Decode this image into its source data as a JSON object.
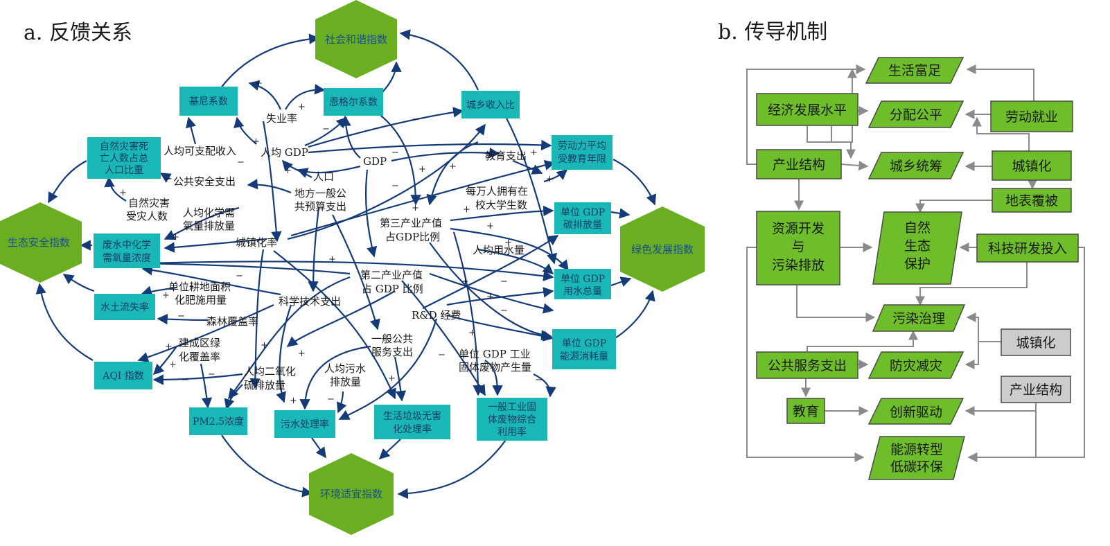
{
  "panel_a": {
    "title": "a. 反馈关系",
    "hexagons": {
      "social": "社会和谐指数",
      "ecology": "生态安全指数",
      "green": "绿色发展指数",
      "environment": "环境适宜指数"
    },
    "boxes": {
      "gini": "基尼系数",
      "engel": "恩格尔系数",
      "urban_rural_income": "城乡收入比",
      "disaster_death": [
        "自然灾害死",
        "亡人数占总",
        "人口比重"
      ],
      "labor_edu": [
        "劳动力平均",
        "受教育年限"
      ],
      "carbon": [
        "单位 GDP",
        "碳排放量"
      ],
      "cod": [
        "废水中化学",
        "需氧量浓度"
      ],
      "water_use": [
        "单位 GDP",
        "用水总量"
      ],
      "soil_loss": "水土流失率",
      "energy": [
        "单位 GDP",
        "能源消耗量"
      ],
      "aqi": "AQI 指数",
      "pm25": "PM2.5浓度",
      "sewage": "污水处理率",
      "garbage": [
        "生活垃圾无害",
        "化处理率"
      ],
      "solid_waste": [
        "一般工业固",
        "体废物综合",
        "利用率"
      ]
    },
    "variables": {
      "unemployment": "失业率",
      "gdp_pc": "人均 GDP",
      "disposable_income": "人均可支配收入",
      "gdp": "GDP",
      "edu_spend": "教育支出",
      "population": "人口",
      "public_safety": "公共安全支出",
      "local_budget": [
        "地方一般公",
        "共预算支出"
      ],
      "students": [
        "每万人拥有在",
        "校大学生数"
      ],
      "natural_disaster": [
        "自然灾害",
        "受灾人数"
      ],
      "cod_pc": [
        "人均化学需",
        "氧量排放量"
      ],
      "tertiary": [
        "第三产业产值",
        "占GDP比例"
      ],
      "urbanization": "城镇化率",
      "water_pc": "人均用水量",
      "secondary": [
        "第二产业产值",
        "占 GDP 比例"
      ],
      "fertilizer": [
        "单位耕地面积",
        "化肥施用量"
      ],
      "tech_spend": "科学技术支出",
      "rd": "R&D 经费",
      "forest": "森林覆盖率",
      "green_cover": [
        "建成区绿",
        "化覆盖率"
      ],
      "public_service": [
        "一般公共",
        "服务支出"
      ],
      "so2_pc": [
        "人均二氧化",
        "硫排放量"
      ],
      "sewage_pc": [
        "人均污水",
        "排放量"
      ],
      "solid_waste_gen": [
        "单位 GDP 工业",
        "固体废物产生量"
      ]
    }
  },
  "panel_b": {
    "title": "b. 传导机制",
    "boxes": {
      "living": "生活富足",
      "economy": "经济发展水平",
      "distribution": "分配公平",
      "labor": "劳动就业",
      "industry": "产业结构",
      "urban_rural": "城乡统筹",
      "urbanization": "城镇化",
      "land_cover": "地表覆被",
      "resource": [
        "资源开发",
        "与",
        "污染排放"
      ],
      "nature": [
        "自然",
        "生态",
        "保护"
      ],
      "rd_invest": "科技研发投入",
      "pollution": "污染治理",
      "urbanization_gray": "城镇化",
      "public_service": "公共服务支出",
      "disaster": "防灾减灾",
      "industry_gray": "产业结构",
      "education": "教育",
      "innovation": "创新驱动",
      "energy": [
        "能源转型",
        "低碳环保"
      ]
    }
  },
  "colors": {
    "hexagon": "#6aae22",
    "teal_box": "#1ab7b7",
    "arrow": "#153a78",
    "green_box": "#6ebd2a",
    "gray_box": "#cccccc"
  }
}
